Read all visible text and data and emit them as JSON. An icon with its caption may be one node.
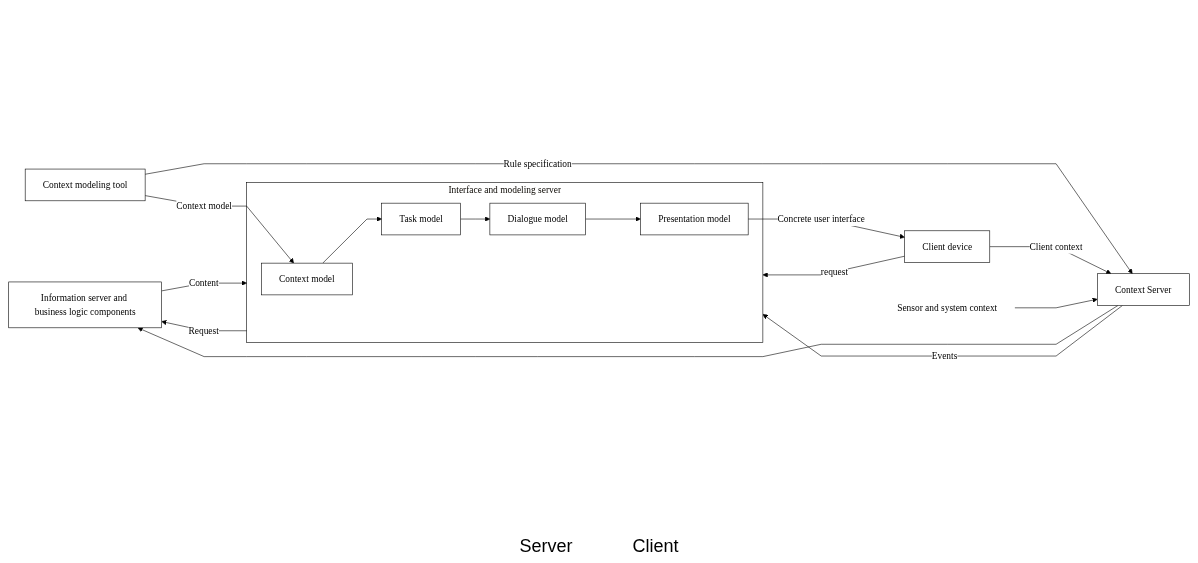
{
  "diagram": {
    "nodes": [
      {
        "text": [
          "Information server and business logic components"
        ]
      },
      {
        "text": [
          "Interface and modeling server"
        ]
      },
      {
        "text": [
          "Context model"
        ],
        "in": 1
      },
      {
        "text": [
          "Task model"
        ],
        "in": 1
      },
      {
        "text": [
          "Dialogue model"
        ],
        "in": 1
      },
      {
        "text": [
          "Presentation model"
        ],
        "in": 1
      },
      {
        "text": [
          "Client device"
        ]
      },
      {
        "text": [
          "Context Server"
        ]
      },
      {
        "text": [
          "Context modeling tool"
        ]
      },
      {
        "text": [
          "Sensor and system context"
        ]
      }
    ],
    "edges": [
      {
        "from": 1,
        "to": 0,
        "arrow": "to",
        "label": "Request"
      },
      {
        "from": 0,
        "to": 1,
        "arrow": "to",
        "label": "Content"
      },
      {
        "from": 7,
        "to": 0,
        "arrow": "to"
      },
      {
        "from": 7,
        "to": 1,
        "arrow": "to",
        "label": "Events"
      },
      {
        "from": 2,
        "to": 3,
        "arrow": "to"
      },
      {
        "from": 3,
        "to": 4,
        "arrow": "to"
      },
      {
        "from": 4,
        "to": 5,
        "arrow": "to"
      },
      {
        "from": 5,
        "to": 6,
        "arrow": "to",
        "label": "Concrete user interface"
      },
      {
        "from": 6,
        "to": 1,
        "arrow": "to",
        "label": "request"
      },
      {
        "from": 8,
        "to": 2,
        "arrow": "to",
        "label": "Context model"
      },
      {
        "from": 8,
        "to": 7,
        "arrow": "to",
        "label": "Rule specification"
      },
      {
        "from": 6,
        "to": 7,
        "arrow": "to",
        "label": "Client context"
      },
      {
        "from": 9,
        "to": 7,
        "arrow": "to"
      }
    ],
    "labels": [
      "Server",
      "Client"
    ]
  }
}
